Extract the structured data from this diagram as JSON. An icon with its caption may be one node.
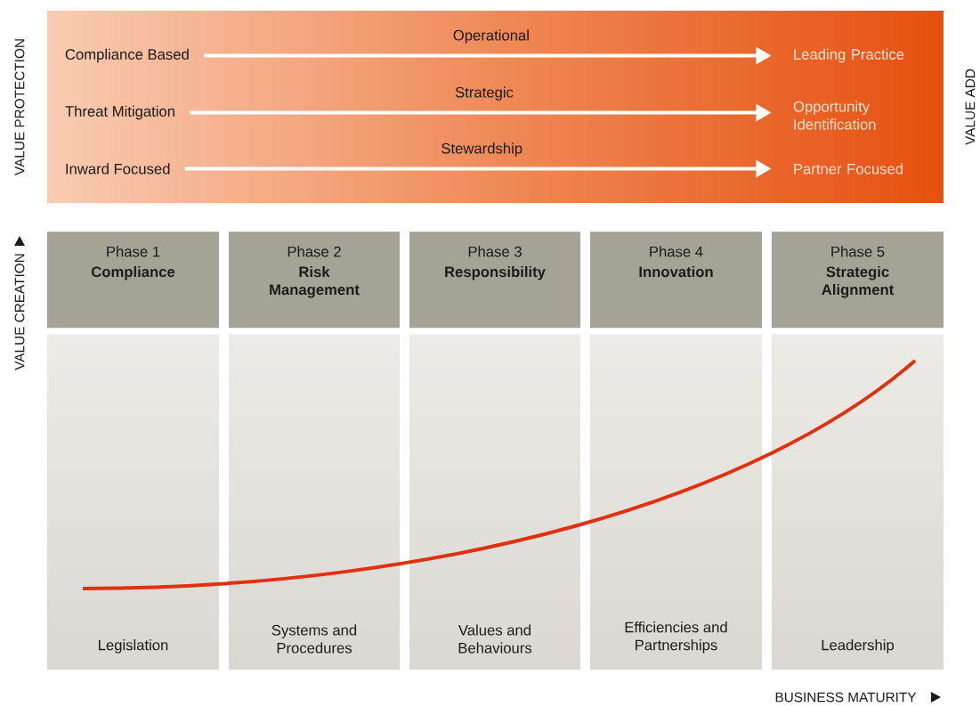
{
  "diagram": {
    "nodes": [
      {
        "text": [],
        "shape": "band"
      },
      {
        "text": [
          "Compliance Based"
        ],
        "in": 0
      },
      {
        "text": [
          "Leading Practice"
        ],
        "in": 0
      },
      {
        "text": [
          "Threat Mitigation"
        ],
        "in": 0
      },
      {
        "text": [
          "Opportunity Identification"
        ],
        "in": 0
      },
      {
        "text": [
          "Inward Focused"
        ],
        "in": 0
      },
      {
        "text": [
          "Partner Focused"
        ],
        "in": 0
      },
      {
        "text": [
          "Phase 1",
          "Compliance"
        ]
      },
      {
        "text": [
          "Phase 2",
          "Risk Management"
        ]
      },
      {
        "text": [
          "Phase 3",
          "Responsibility"
        ]
      },
      {
        "text": [
          "Phase 4",
          "Innovation"
        ]
      },
      {
        "text": [
          "Phase 5",
          "Strategic Alignment"
        ]
      },
      {
        "text": [
          "Legislation"
        ]
      },
      {
        "text": [
          "Systems and Procedures"
        ]
      },
      {
        "text": [
          "Values and Behaviours"
        ]
      },
      {
        "text": [
          "Efficiencies and Partnerships"
        ]
      },
      {
        "text": [
          "Leadership"
        ]
      }
    ],
    "edges": [
      {
        "from": 1,
        "to": 2,
        "arrow": "to",
        "label": "Operational"
      },
      {
        "from": 3,
        "to": 4,
        "arrow": "to",
        "label": "Strategic"
      },
      {
        "from": 5,
        "to": 6,
        "arrow": "to",
        "label": "Stewardship"
      }
    ],
    "labels": [
      "VALUE PROTECTION",
      "VALUE ADD",
      "VALUE CREATION",
      "BUSINESS MATURITY"
    ]
  }
}
